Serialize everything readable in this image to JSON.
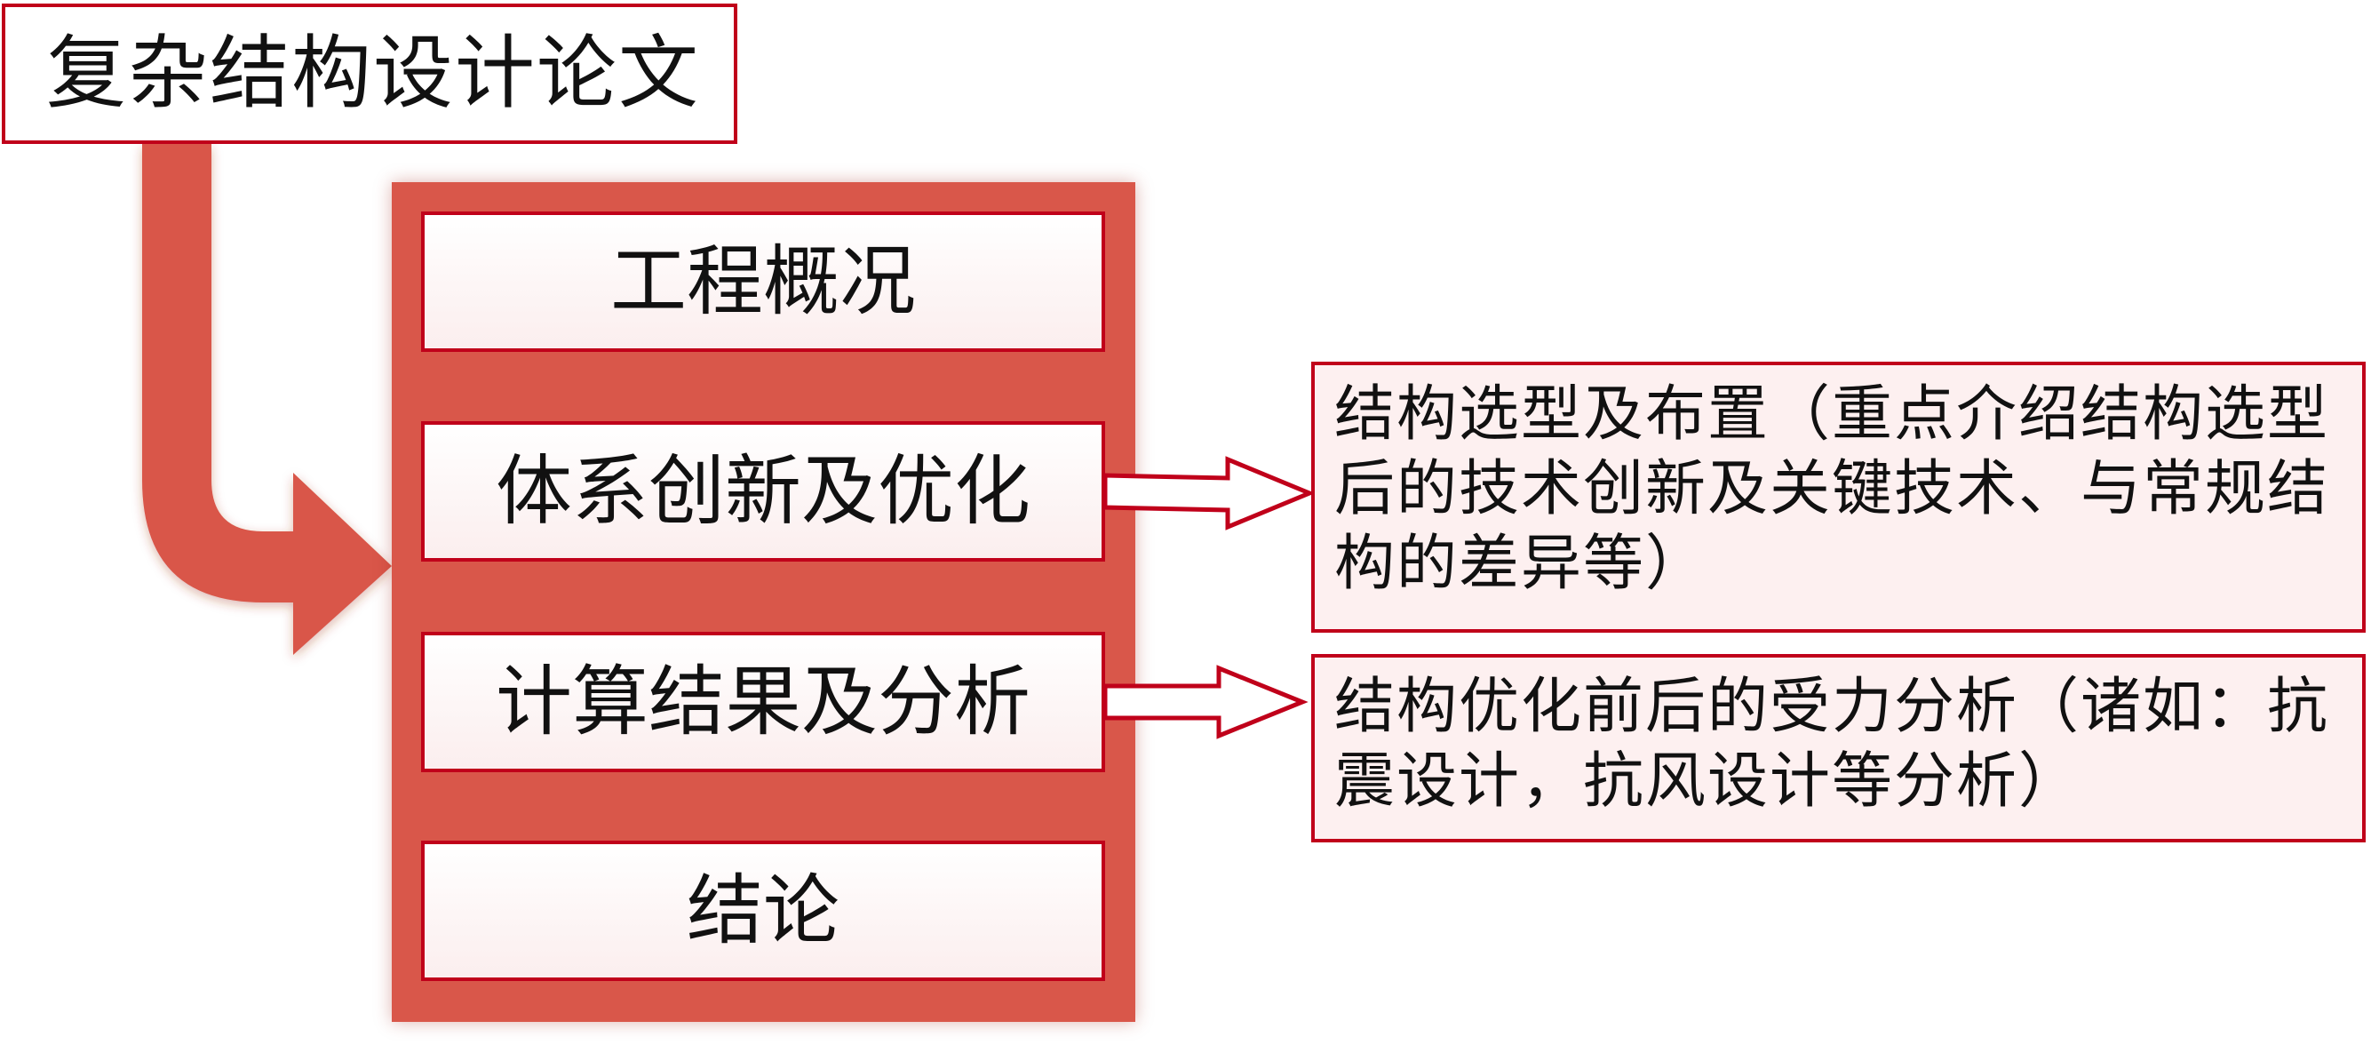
{
  "title": "复杂结构设计论文",
  "steps": [
    {
      "label": "工程概况"
    },
    {
      "label": "体系创新及优化"
    },
    {
      "label": "计算结果及分析"
    },
    {
      "label": "结论"
    }
  ],
  "details": [
    {
      "text": "结构选型及布置（重点介绍结构选型后的技术创新及关键技术、与常规结构的差异等）"
    },
    {
      "text": "结构优化前后的受力分析（诸如：抗震设计，抗风设计等分析）"
    }
  ],
  "colors": {
    "accent_red": "#c0001a",
    "panel_red": "#d9574a",
    "box_fill": "#fdf0f0"
  }
}
